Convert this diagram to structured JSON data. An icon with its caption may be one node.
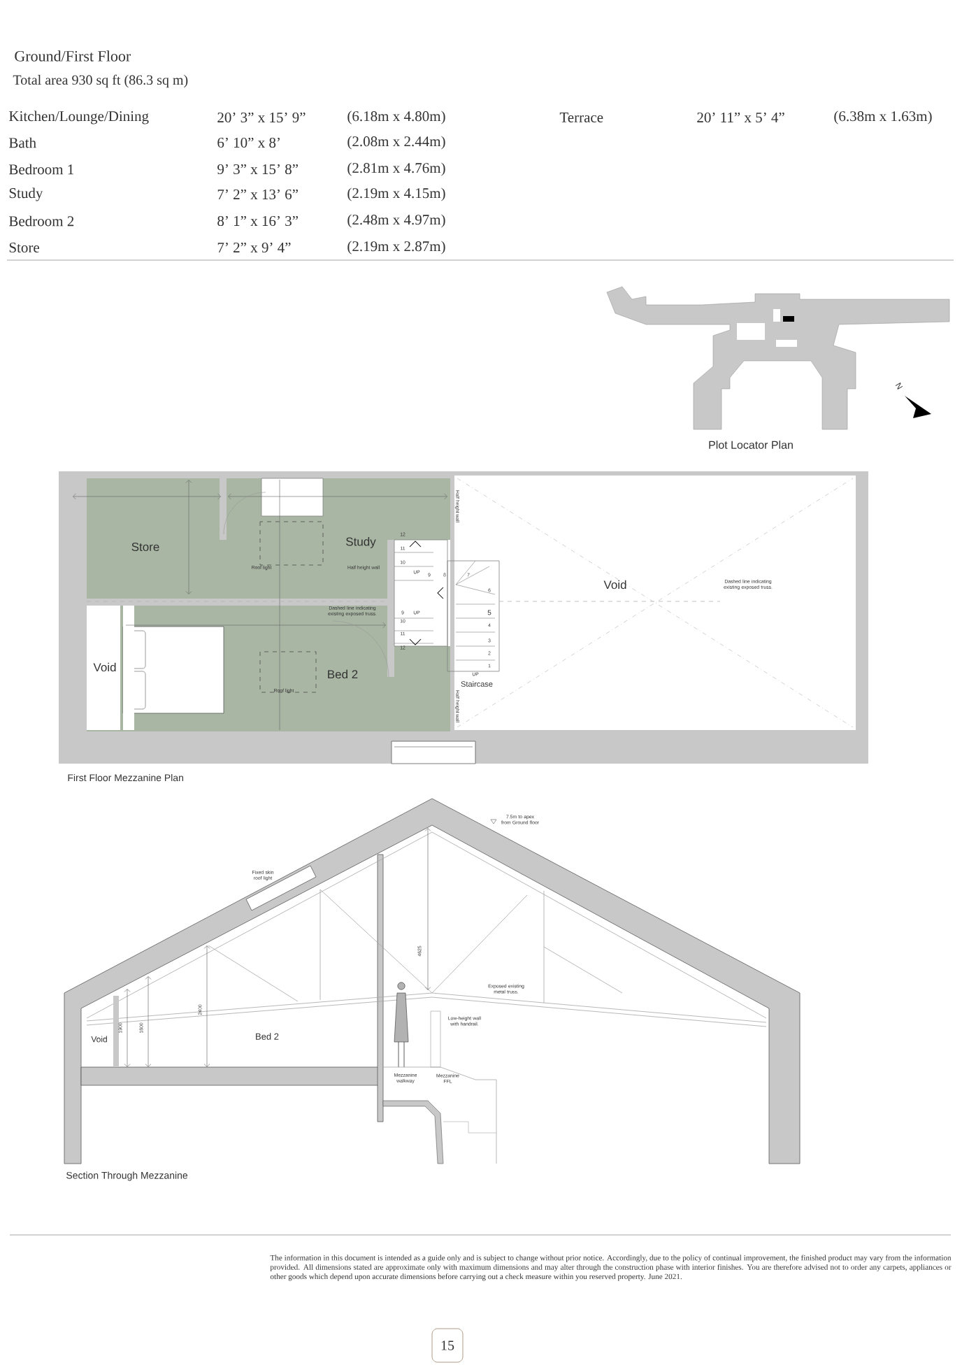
{
  "diagram": {
    "title": "Ground/First Floor",
    "labels": [
      "Total area 930 sq ft (86.3 sq m)",
      "Kitchen/Lounge/Dining",
      "20’ 3” x 15’ 9”",
      "(6.18m x 4.80m)",
      "Terrace",
      "20’ 11” x 5’ 4”",
      "(6.38m x 1.63m)",
      "Bath",
      "6’ 10” x 8’",
      "(2.08m x 2.44m)",
      "Bedroom 1",
      "9’ 3” x 15’ 8”",
      "(2.81m x 4.76m)",
      "Study",
      "7’ 2” x 13’ 6”",
      "(2.19m x 4.15m)",
      "Bedroom 2",
      "8’ 1” x 16’ 3”",
      "(2.48m x 4.97m)",
      "Store",
      "7’ 2” x 9’ 4”",
      "(2.19m x 2.87m)",
      "Plot Locator Plan",
      "N",
      "Store",
      "Study",
      "Roof light",
      "Half height wall",
      "Half height wall",
      "12",
      "11",
      "10",
      "UP",
      "9",
      "8",
      "7",
      "6",
      "Void",
      "Dashed line indicating existing exposed truss.",
      "Dashed line indicating existing exposed truss.",
      "9",
      "UP",
      "5",
      "10",
      "4",
      "11",
      "3",
      "12",
      "2",
      "1",
      "Void",
      "Bed 2",
      "UP",
      "Staircase",
      "Roof light",
      "Half height wall",
      "First Floor Mezzanine Plan",
      "7.5m to apex from Ground floor",
      "Fixed skin roof light",
      "4625",
      "Exposed existing metal truss.",
      "2400",
      "Low-height wall with handrail.",
      "1900",
      "1800",
      "Bed 2",
      "Void",
      "Mezzanine walkway",
      "Mezzanine FFL",
      "Section Through Mezzanine",
      "The information in this document is intended as a guide only and is subject to change without prior notice. Accordingly, due to the policy of continual improvement, the finished product may vary from the information provided. All dimensions stated are approximate only with maximum dimensions and may alter through the construction phase with interior finishes. You are therefore advised not to order any carpets, appliances or other goods which depend upon accurate dimensions before carrying out a check measure within you reserved property. June 2021.",
      "15"
    ]
  }
}
